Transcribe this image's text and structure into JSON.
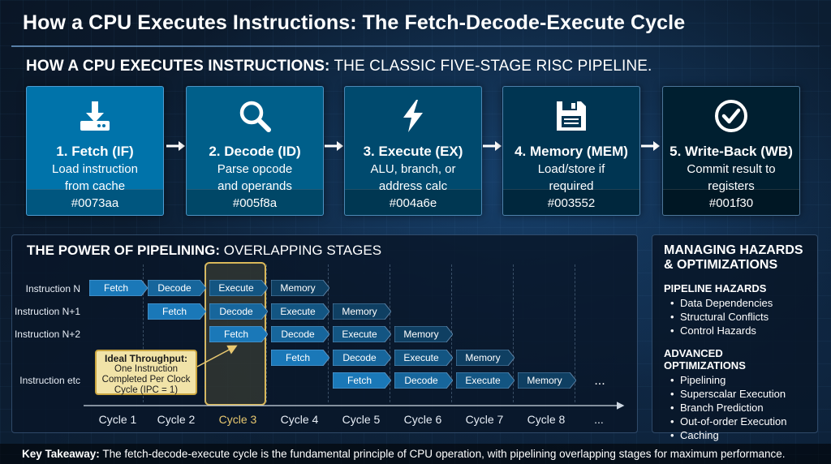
{
  "title": "How a CPU Executes Instructions: The Fetch-Decode-Execute Cycle",
  "stages_heading": {
    "strong": "How a CPU executes instructions:",
    "rest": " The classic five-stage RISC pipeline."
  },
  "stages": [
    {
      "title": "1. Fetch (IF)",
      "desc1": "Load instruction",
      "desc2": "from cache",
      "hex": "#0073aa",
      "color": "#0073aa",
      "icon": "download-icon"
    },
    {
      "title": "2. Decode (ID)",
      "desc1": "Parse opcode",
      "desc2": "and operands",
      "hex": "#005f8a",
      "color": "#005f8a",
      "icon": "search-icon"
    },
    {
      "title": "3. Execute (EX)",
      "desc1": "ALU, branch, or",
      "desc2": "address calc",
      "hex": "#004a6e",
      "color": "#004a6e",
      "icon": "lightning-icon"
    },
    {
      "title": "4. Memory (MEM)",
      "desc1": "Load/store if",
      "desc2": "required",
      "hex": "#003552",
      "color": "#003552",
      "icon": "floppy-disk-icon"
    },
    {
      "title": "5. Write-Back (WB)",
      "desc1": "Commit result to",
      "desc2": "registers",
      "hex": "#001f30",
      "color": "#001f30",
      "icon": "checkmark-icon"
    }
  ],
  "pipeline": {
    "heading_strong": "The power of pipelining:",
    "heading_rest": " Overlapping stages",
    "row_labels": [
      "Instruction N",
      "Instruction N+1",
      "Instruction N+2",
      "Instruction etc"
    ],
    "cycles": [
      "Cycle 1",
      "Cycle 2",
      "Cycle 3",
      "Cycle 4",
      "Cycle 5",
      "Cycle 6",
      "Cycle 7",
      "Cycle 8",
      "..."
    ],
    "highlight_cycle": "Cycle 3",
    "rows": [
      {
        "start": 0,
        "stages": [
          "Fetch",
          "Decode",
          "Execute",
          "Memory"
        ]
      },
      {
        "start": 1,
        "stages": [
          "Fetch",
          "Decode",
          "Execute",
          "Memory"
        ]
      },
      {
        "start": 2,
        "stages": [
          "Fetch",
          "Decode",
          "Execute",
          "Memory"
        ]
      },
      {
        "start": 3,
        "stages": [
          "Fetch",
          "Decode",
          "Execute",
          "Memory"
        ]
      },
      {
        "start": 4,
        "stages": [
          "Fetch",
          "Decode",
          "Execute",
          "Memory"
        ]
      }
    ],
    "ellipsis": "...",
    "callout": {
      "title": "Ideal Throughput:",
      "body1": "One Instruction",
      "body2": "Completed Per Clock",
      "body3": "Cycle (IPC = 1)"
    },
    "stage_colors": {
      "Fetch": "#1a78b8",
      "Decode": "#17669c",
      "Execute": "#135582",
      "Memory": "#0f3f62"
    }
  },
  "hazards": {
    "title1": "MANAGING HAZARDS",
    "title2": "& OPTIMIZATIONS",
    "hazards_heading": "PIPELINE HAZARDS",
    "hazard_items": [
      "Data Dependencies",
      "Structural Conflicts",
      "Control Hazards"
    ],
    "opt_heading": "ADVANCED OPTIMIZATIONS",
    "opt_items": [
      "Pipelining",
      "Superscalar Execution",
      "Branch Prediction",
      "Out-of-order Execution",
      "Caching"
    ]
  },
  "takeaway": {
    "strong": "Key Takeaway:",
    "rest": " The fetch-decode-execute cycle is the fundamental principle of CPU operation, with pipelining overlapping stages for maximum performance."
  }
}
